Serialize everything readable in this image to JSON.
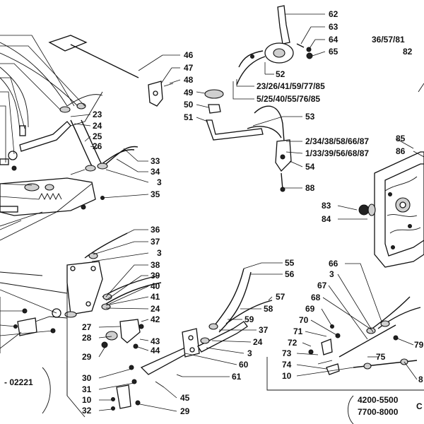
{
  "callouts": [
    {
      "id": "c62",
      "text": "62"
    },
    {
      "id": "c63",
      "text": "63"
    },
    {
      "id": "c64",
      "text": "64"
    },
    {
      "id": "c65",
      "text": "65"
    },
    {
      "id": "c365782",
      "text": "36/57/81"
    },
    {
      "id": "c82",
      "text": "82"
    },
    {
      "id": "c46",
      "text": "46"
    },
    {
      "id": "c47",
      "text": "47"
    },
    {
      "id": "c48",
      "text": "48"
    },
    {
      "id": "c49",
      "text": "49"
    },
    {
      "id": "c50",
      "text": "50"
    },
    {
      "id": "c51",
      "text": "51"
    },
    {
      "id": "c52",
      "text": "52"
    },
    {
      "id": "cA",
      "text": "23/26/41/59/77/85"
    },
    {
      "id": "cB",
      "text": "5/25/40/55/76/85"
    },
    {
      "id": "c53",
      "text": "53"
    },
    {
      "id": "cC",
      "text": "2/34/38/58/66/87"
    },
    {
      "id": "cD",
      "text": "1/33/39/56/68/87"
    },
    {
      "id": "c54",
      "text": "54"
    },
    {
      "id": "c88",
      "text": "88"
    },
    {
      "id": "c85",
      "text": "85"
    },
    {
      "id": "c86",
      "text": "86"
    },
    {
      "id": "c83",
      "text": "83"
    },
    {
      "id": "c84",
      "text": "84"
    },
    {
      "id": "c23",
      "text": "23"
    },
    {
      "id": "c24a",
      "text": "24"
    },
    {
      "id": "c25",
      "text": "25"
    },
    {
      "id": "c26",
      "text": "26"
    },
    {
      "id": "c33",
      "text": "33"
    },
    {
      "id": "c34",
      "text": "34"
    },
    {
      "id": "c3a",
      "text": "3"
    },
    {
      "id": "c35",
      "text": "35"
    },
    {
      "id": "c36",
      "text": "36"
    },
    {
      "id": "c37a",
      "text": "37"
    },
    {
      "id": "c3b",
      "text": "3"
    },
    {
      "id": "c38",
      "text": "38"
    },
    {
      "id": "c39",
      "text": "39"
    },
    {
      "id": "c40",
      "text": "40"
    },
    {
      "id": "c41",
      "text": "41"
    },
    {
      "id": "c24b",
      "text": "24"
    },
    {
      "id": "c42",
      "text": "42"
    },
    {
      "id": "c27",
      "text": "27"
    },
    {
      "id": "c43",
      "text": "43"
    },
    {
      "id": "c28",
      "text": "28"
    },
    {
      "id": "c44",
      "text": "44"
    },
    {
      "id": "c29a",
      "text": "29"
    },
    {
      "id": "c55",
      "text": "55"
    },
    {
      "id": "c56",
      "text": "56"
    },
    {
      "id": "c57",
      "text": "57"
    },
    {
      "id": "c58",
      "text": "58"
    },
    {
      "id": "c59",
      "text": "59"
    },
    {
      "id": "c37b",
      "text": "37"
    },
    {
      "id": "c24c",
      "text": "24"
    },
    {
      "id": "c3c",
      "text": "3"
    },
    {
      "id": "c60",
      "text": "60"
    },
    {
      "id": "c61",
      "text": "61"
    },
    {
      "id": "c30",
      "text": "30"
    },
    {
      "id": "c31",
      "text": "31"
    },
    {
      "id": "c10a",
      "text": "10"
    },
    {
      "id": "c32",
      "text": "32"
    },
    {
      "id": "c45",
      "text": "45"
    },
    {
      "id": "c29b",
      "text": "29"
    },
    {
      "id": "c66",
      "text": "66"
    },
    {
      "id": "c3d",
      "text": "3"
    },
    {
      "id": "c67",
      "text": "67"
    },
    {
      "id": "c68",
      "text": "68"
    },
    {
      "id": "c69",
      "text": "69"
    },
    {
      "id": "c70",
      "text": "70"
    },
    {
      "id": "c71",
      "text": "71"
    },
    {
      "id": "c72",
      "text": "72"
    },
    {
      "id": "c73",
      "text": "73"
    },
    {
      "id": "c74",
      "text": "74"
    },
    {
      "id": "c10b",
      "text": "10"
    },
    {
      "id": "c75",
      "text": "75"
    },
    {
      "id": "c79",
      "text": "79"
    },
    {
      "id": "c8",
      "text": "8"
    }
  ],
  "notes": {
    "bottom_left": "- 02221",
    "bottom_right_line1": "4200-5500",
    "bottom_right_line2": "7700-8000",
    "bottom_right_edge": "C"
  }
}
